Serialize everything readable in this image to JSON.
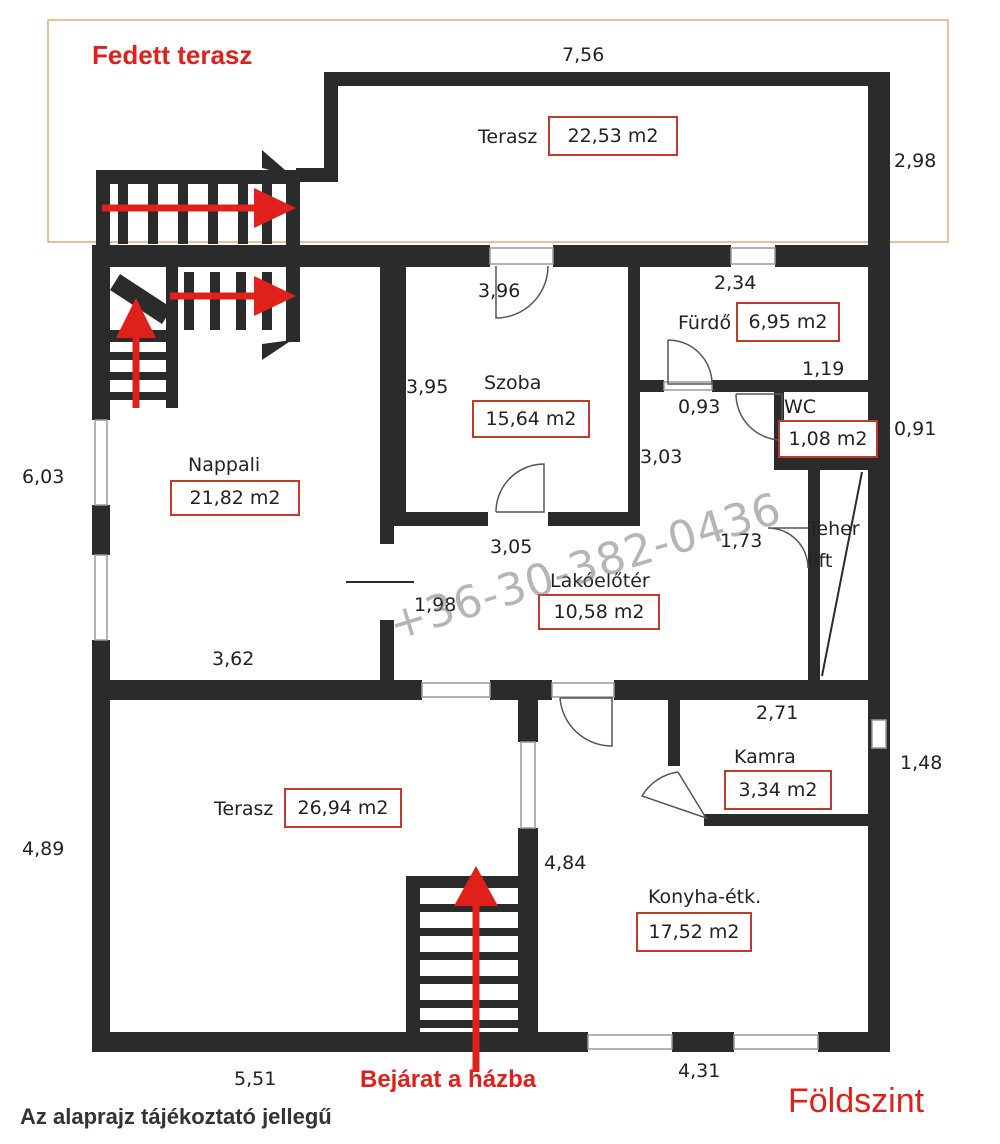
{
  "titles": {
    "covered_terrace": "Fedett terasz",
    "entrance": "Bejárat a házba",
    "floor": "Földszint",
    "disclaimer": "Az alaprajz tájékoztató jellegű",
    "watermark_phone": "+36-30-382-0436"
  },
  "rooms": {
    "terrace_top": {
      "name": "Terasz",
      "area": "22,53 m2"
    },
    "bath": {
      "name": "Fürdő",
      "area": "6,95 m2"
    },
    "room": {
      "name": "Szoba",
      "area": "15,64 m2"
    },
    "wc": {
      "name": "WC",
      "area": "1,08 m2"
    },
    "living": {
      "name": "Nappali",
      "area": "21,82 m2"
    },
    "hall": {
      "name": "Lakóelőtér",
      "area": "10,58 m2"
    },
    "lift": {
      "name_line1": "Teher",
      "name_line2": "lift"
    },
    "pantry": {
      "name": "Kamra",
      "area": "3,34 m2"
    },
    "terrace_bottom": {
      "name": "Terasz",
      "area": "26,94 m2"
    },
    "kitchen": {
      "name": "Konyha-étk.",
      "area": "17,52 m2"
    }
  },
  "dimensions": {
    "top_width": "7,56",
    "terrace_height": "2,98",
    "room_width": "3,96",
    "bath_width": "2,34",
    "bath_wc": "1,19",
    "room_height": "3,95",
    "hall_093": "0,93",
    "wc_091": "0,91",
    "left_603": "6,03",
    "hall_303": "3,03",
    "room_bottom": "3,05",
    "hall_173": "1,73",
    "living_198": "1,98",
    "living_width": "3,62",
    "pantry_width": "2,71",
    "pantry_148": "1,48",
    "left_489": "4,89",
    "kitchen_484": "4,84",
    "bottom_551": "5,51",
    "bottom_431": "4,31"
  },
  "colors": {
    "wall": "#2b2b2b",
    "accent_red": "#e0201b",
    "terrace_outline": "#e8a878",
    "box_border": "#c0392b"
  }
}
